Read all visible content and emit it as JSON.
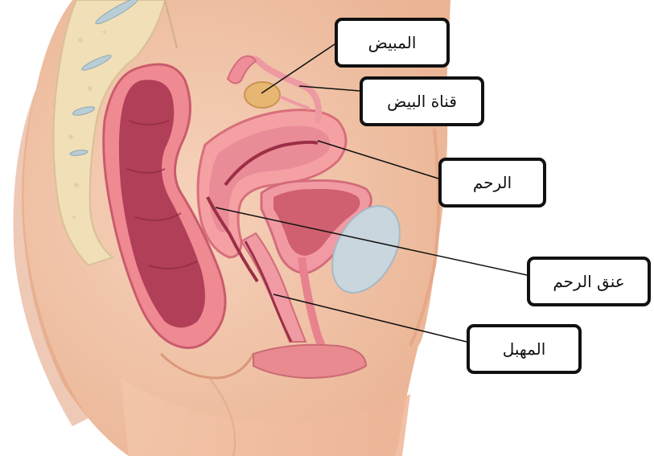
{
  "diagram": {
    "labels": {
      "ovary": "المبيض",
      "fallopian_tube": "قناة البيض",
      "uterus": "الرحم",
      "cervix": "عنق الرحم",
      "vagina": "المهبل"
    },
    "colors": {
      "skin": "#f2c4a8",
      "skin_shadow": "#e6ad8c",
      "tissue": "#f7b9ae",
      "muscle": "#e67c8a",
      "muscle_dark": "#b8415a",
      "lumen": "#9b2f47",
      "bone": "#f1dfb8",
      "disc": "#b9cdd6",
      "bladder": "#c9d6de",
      "ovary": "#e6b672"
    }
  }
}
